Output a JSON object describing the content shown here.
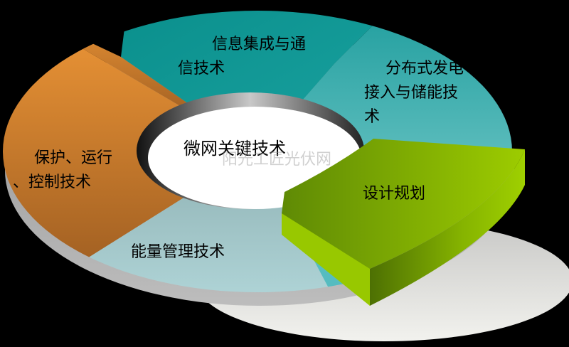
{
  "diagram": {
    "title": "微网关键技术",
    "center": {
      "label": "微网关键技术"
    },
    "segments": [
      {
        "id": "info",
        "label_lines": [
          "信息集成与通",
          "信技术"
        ],
        "color": "#0e9a96"
      },
      {
        "id": "der",
        "label_lines": [
          "分布式发电",
          "接入与储能技",
          "术"
        ],
        "color": "#2fb0b0"
      },
      {
        "id": "design",
        "label_lines": [
          "设计规划"
        ],
        "color": "#8dbb0c",
        "exploded": true
      },
      {
        "id": "energy",
        "label_lines": [
          "能量管理技术"
        ],
        "color": "#a9d2d4"
      },
      {
        "id": "protect",
        "label_lines": [
          "保护、运行",
          "、控制技术"
        ],
        "color": "#e88f33"
      }
    ]
  },
  "watermark": {
    "text": "阳光工匠光伏网"
  },
  "colors": {
    "background": "#000000",
    "ring_side": "#9a9a9a",
    "shadow_ellipse": "#dcdcda",
    "center_fill": "#ffffff"
  }
}
